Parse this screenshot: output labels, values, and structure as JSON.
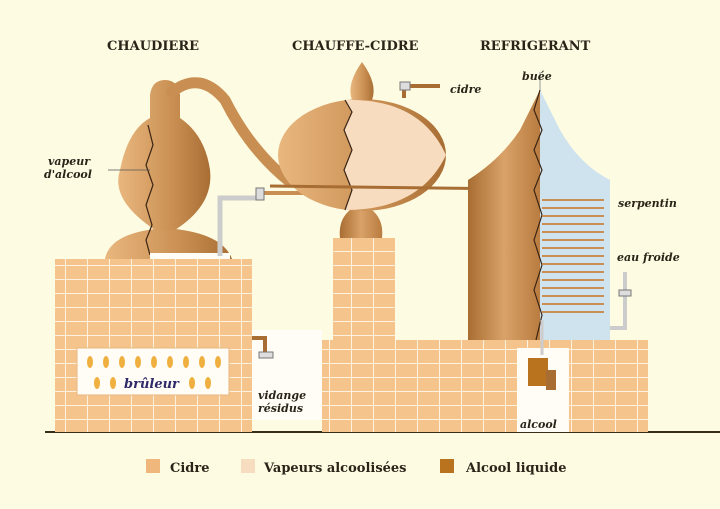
{
  "titles": {
    "boiler": "CHAUDIERE",
    "heater": "CHAUFFE-CIDRE",
    "cooler": "REFRIGERANT"
  },
  "labels": {
    "cidre": "cidre",
    "buee": "buée",
    "vapeur_line1": "vapeur",
    "vapeur_line2": "d'alcool",
    "serpentin": "serpentin",
    "eau_froide": "eau froide",
    "bruleur": "brûleur",
    "vidange_line1": "vidange",
    "vidange_line2": "résidus",
    "alcool": "alcool"
  },
  "legend": [
    {
      "label": "Cidre",
      "color": "#f0b77c"
    },
    {
      "label": "Vapeurs alcoolisées",
      "color": "#f8dcc0"
    },
    {
      "label": "Alcool liquide",
      "color": "#b9731f"
    }
  ],
  "colors": {
    "background": "#fdfbe2",
    "brick": "#f5c48c",
    "copper": "#c98f52",
    "water": "#cfe3ef"
  }
}
